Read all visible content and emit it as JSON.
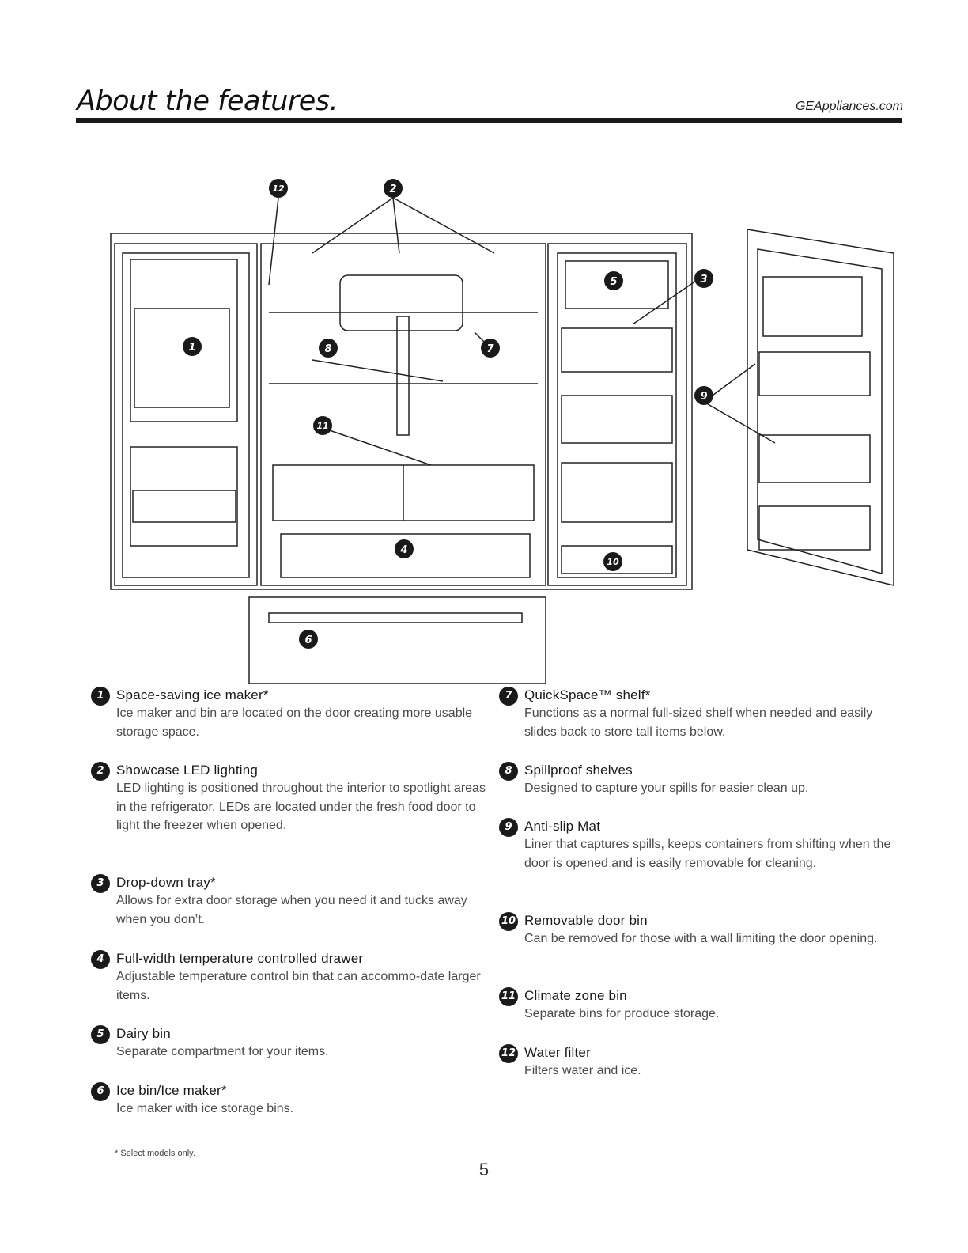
{
  "header": {
    "title": "About the features.",
    "site": "GEAppliances.com"
  },
  "diagram": {
    "callouts": [
      "1",
      "2",
      "3",
      "4",
      "5",
      "6",
      "7",
      "8",
      "9",
      "10",
      "11",
      "12"
    ]
  },
  "features": [
    {
      "num": "1",
      "title": "Space-saving ice maker*",
      "desc": "Ice maker and bin are located on the door creating more usable storage space."
    },
    {
      "num": "2",
      "title": "Showcase LED lighting",
      "desc": "LED lighting is positioned throughout the interior to spotlight areas in the refrigerator. LEDs are located under the fresh food door to light the freezer when opened."
    },
    {
      "num": "3",
      "title": "Drop-down tray*",
      "desc": "Allows for extra door storage when you need it and tucks away when you don’t."
    },
    {
      "num": "4",
      "title": "Full-width temperature controlled drawer",
      "desc": "Adjustable temperature control bin that can accommo-date larger items."
    },
    {
      "num": "5",
      "title": "Dairy bin",
      "desc": "Separate compartment for your items."
    },
    {
      "num": "6",
      "title": "Ice bin/Ice maker*",
      "desc": "Ice maker with ice storage bins."
    },
    {
      "num": "7",
      "title": "QuickSpace™ shelf*",
      "desc": "Functions as a normal full-sized shelf when needed and easily slides back to store tall items below."
    },
    {
      "num": "8",
      "title": "Spillproof shelves",
      "desc": "Designed to capture your spills for easier clean up."
    },
    {
      "num": "9",
      "title": "Anti-slip Mat",
      "desc": "Liner that captures spills, keeps containers from shifting when the door is opened and is easily removable for cleaning."
    },
    {
      "num": "10",
      "title": "Removable door bin",
      "desc": "Can be removed for those with a wall limiting the door opening."
    },
    {
      "num": "11",
      "title": "Climate zone bin",
      "desc": "Separate bins for produce storage."
    },
    {
      "num": "12",
      "title": "Water filter",
      "desc": "Filters water and ice."
    }
  ],
  "footnote": "* Select models only.",
  "page_number": "5"
}
